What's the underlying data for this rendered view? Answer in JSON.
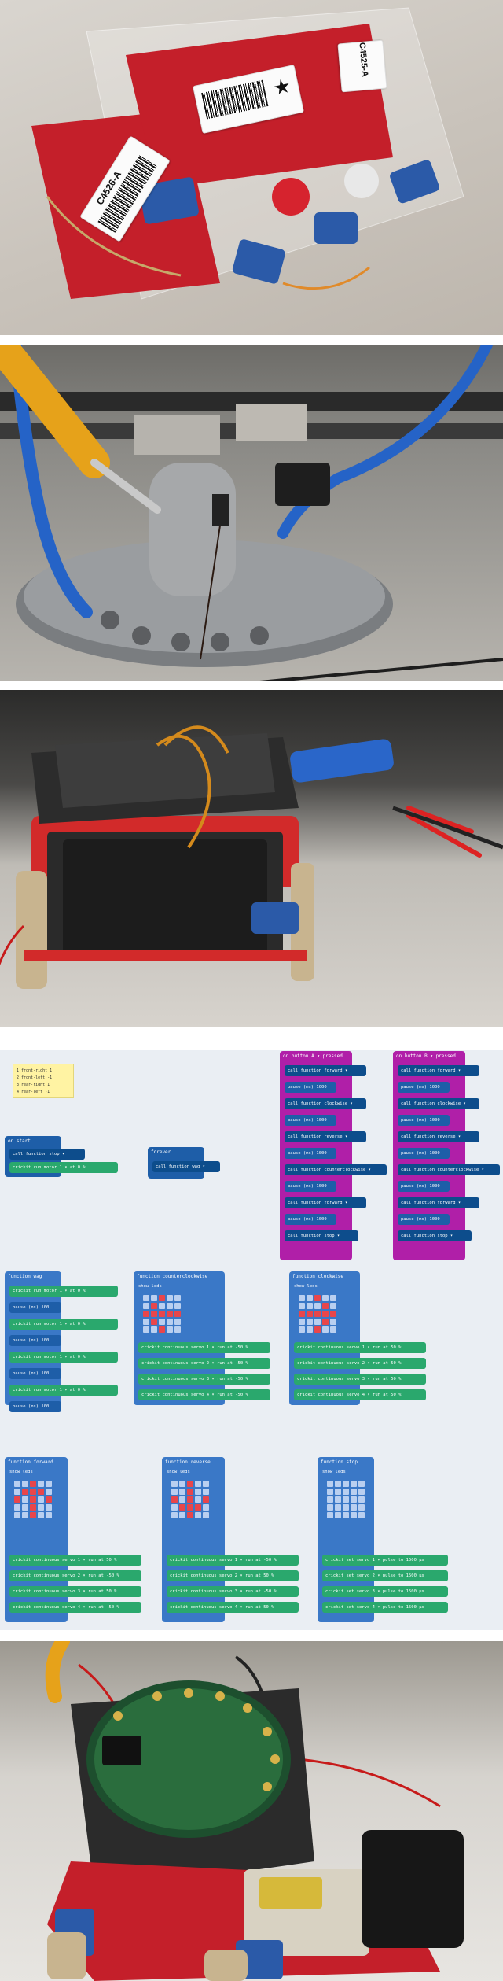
{
  "panels": {
    "p1": {
      "labels": [
        {
          "code": "C4526-A"
        },
        {
          "code": "C4525-A"
        }
      ]
    },
    "p4": {
      "comment": {
        "lines": [
          "1 front-right 1",
          "2 front-left -1",
          "3 rear-right 1",
          "4 rear-left -1"
        ]
      },
      "on_start": {
        "header": "on start",
        "rows": [
          "call function  stop ▾",
          "crickit run motor  1 ▾  at  0  %"
        ]
      },
      "forever": {
        "header": "forever",
        "rows": [
          "call function  wag ▾"
        ]
      },
      "on_button_a": {
        "header": "on button  A ▾  pressed",
        "rows": [
          "call function  forward ▾",
          "pause (ms)  1000",
          "call function  clockwise ▾",
          "pause (ms)  1000",
          "call function  reverse ▾",
          "pause (ms)  1000",
          "call function  counterclockwise ▾",
          "pause (ms)  1000",
          "call function  forward ▾",
          "pause (ms)  1000",
          "call function  stop ▾"
        ]
      },
      "on_button_b": {
        "header": "on button  B ▾  pressed",
        "rows": [
          "call function  forward ▾",
          "pause (ms)  1000",
          "call function  clockwise ▾",
          "pause (ms)  1000",
          "call function  reverse ▾",
          "pause (ms)  1000",
          "call function  counterclockwise ▾",
          "pause (ms)  1000",
          "call function  forward ▾",
          "pause (ms)  1000",
          "call function  stop ▾"
        ]
      },
      "fn_wag": {
        "header": "function  wag",
        "rows": [
          "crickit run motor  1 ▾  at  0  %",
          "pause (ms)  100",
          "crickit run motor  1 ▾  at  0  %",
          "pause (ms)  100",
          "crickit run motor  1 ▾  at  0  %",
          "pause (ms)  100",
          "crickit run motor  1 ▾  at  0  %",
          "pause (ms)  100"
        ]
      },
      "fn_ccw": {
        "header": "function  counterclockwise",
        "show": "show leds",
        "rows": [
          "crickit continuous servo  1 ▾  run at  -50  %",
          "crickit continuous servo  2 ▾  run at  -50  %",
          "crickit continuous servo  3 ▾  run at  -50  %",
          "crickit continuous servo  4 ▾  run at  -50  %"
        ]
      },
      "fn_cw": {
        "header": "function  clockwise",
        "show": "show leds",
        "rows": [
          "crickit continuous servo  1 ▾  run at  50  %",
          "crickit continuous servo  2 ▾  run at  50  %",
          "crickit continuous servo  3 ▾  run at  50  %",
          "crickit continuous servo  4 ▾  run at  50  %"
        ]
      },
      "fn_forward": {
        "header": "function  forward",
        "show": "show leds",
        "rows": [
          "crickit continuous servo  1 ▾  run at  50  %",
          "crickit continuous servo  2 ▾  run at  -50  %",
          "crickit continuous servo  3 ▾  run at  50  %",
          "crickit continuous servo  4 ▾  run at  -50  %"
        ]
      },
      "fn_reverse": {
        "header": "function  reverse",
        "show": "show leds",
        "rows": [
          "crickit continuous servo  1 ▾  run at  -50  %",
          "crickit continuous servo  2 ▾  run at  50  %",
          "crickit continuous servo  3 ▾  run at  -50  %",
          "crickit continuous servo  4 ▾  run at  50  %"
        ]
      },
      "fn_stop": {
        "header": "function  stop",
        "show": "show leds",
        "rows": [
          "crickit set servo  1 ▾  pulse to  1500  µs",
          "crickit set servo  2 ▾  pulse to  1500  µs",
          "crickit set servo  3 ▾  pulse to  1500  µs",
          "crickit set servo  4 ▾  pulse to  1500  µs"
        ]
      }
    }
  },
  "colors": {
    "blue": "#1e5ea8",
    "blue_fn": "#3a78c7",
    "green": "#2aa86d",
    "magenta": "#b01fa8",
    "dark_blue": "#0d4d8c",
    "comment": "#fff3a3"
  }
}
